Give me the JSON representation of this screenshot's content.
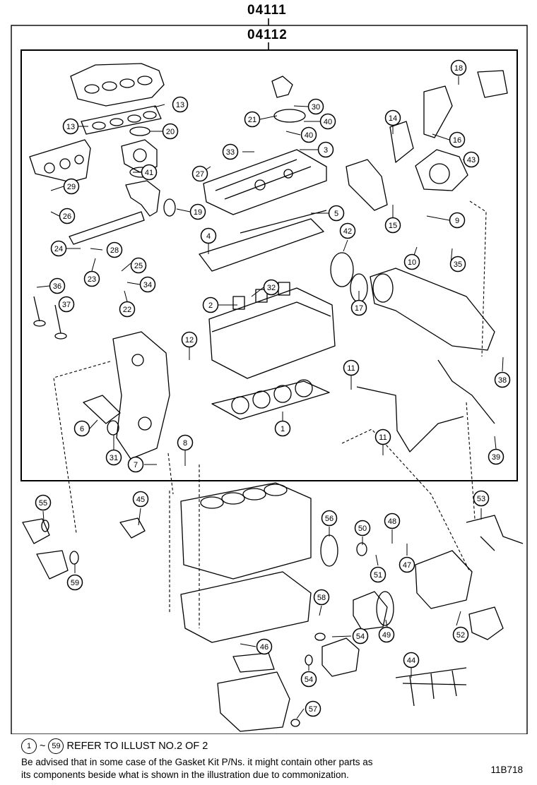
{
  "outer_kit": "04111",
  "inner_kit": "04112",
  "ref_note": {
    "range_start": "1",
    "range_sep": "~",
    "range_end": "59",
    "text": "REFER TO ILLUST NO.2 OF 2"
  },
  "disclaimer_line1": "Be advised that in some case of the Gasket Kit P/Ns.  it might contain other parts as",
  "disclaimer_line2": "its components beside what is shown in the illustration due to commonization.",
  "illustration_code": "11B718",
  "callouts": [
    "1",
    "2",
    "3",
    "4",
    "5",
    "6",
    "7",
    "8",
    "9",
    "10",
    "11",
    "11",
    "12",
    "13",
    "13",
    "14",
    "15",
    "16",
    "17",
    "18",
    "19",
    "20",
    "21",
    "22",
    "23",
    "24",
    "25",
    "26",
    "27",
    "28",
    "29",
    "30",
    "31",
    "32",
    "33",
    "34",
    "35",
    "36",
    "37",
    "38",
    "39",
    "40",
    "40",
    "41",
    "42",
    "43",
    "44",
    "45",
    "46",
    "47",
    "48",
    "49",
    "50",
    "51",
    "52",
    "53",
    "54",
    "54",
    "55",
    "56",
    "57",
    "58",
    "59"
  ]
}
